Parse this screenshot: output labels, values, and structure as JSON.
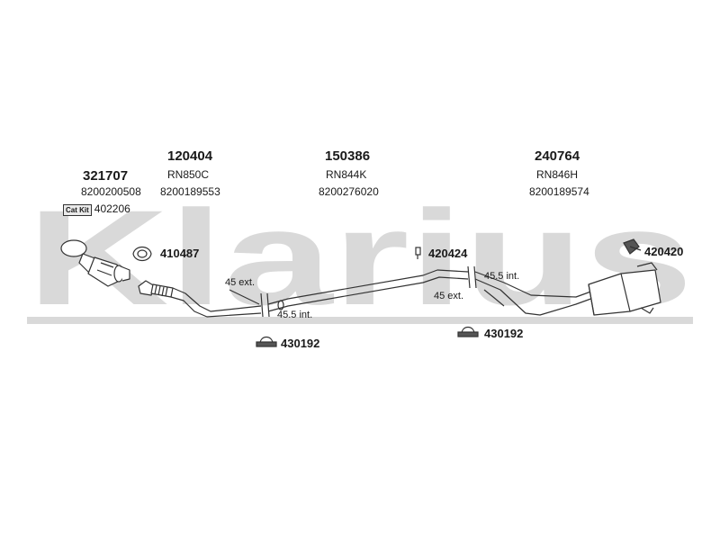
{
  "watermark": {
    "text": "Klarius",
    "color": "#d6d6d6"
  },
  "parts": {
    "cat": {
      "number": "321707",
      "oem": "8200200508",
      "kit_label": "Cat Kit",
      "kit_number": "402206"
    },
    "front": {
      "number": "120404",
      "ref": "RN850C",
      "oem": "8200189553"
    },
    "middle": {
      "number": "150386",
      "ref": "RN844K",
      "oem": "8200276020"
    },
    "rear": {
      "number": "240764",
      "ref": "RN846H",
      "oem": "8200189574"
    }
  },
  "fittings": {
    "gasket": "410487",
    "mount_middle": "420424",
    "mount_rear": "420420",
    "clamp_left": "430192",
    "clamp_right": "430192"
  },
  "joints": {
    "left_ext": "45 ext.",
    "left_int": "45.5 int.",
    "right_int": "45.5 int.",
    "right_ext": "45 ext."
  },
  "colors": {
    "pipe_stroke": "#333333",
    "pipe_fill": "#ffffff"
  }
}
